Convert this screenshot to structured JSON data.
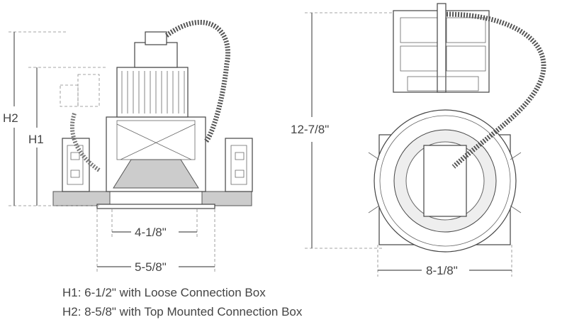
{
  "dimensions": {
    "h2": "H2",
    "h1": "H1",
    "height_side": "12-7/8\"",
    "aperture": "4-1/8\"",
    "trim": "5-5/8\"",
    "width_top": "8-1/8\""
  },
  "legend": {
    "h1_note": "H1: 6-1/2\" with Loose Connection Box",
    "h2_note": "H2: 8-5/8\" with Top Mounted Connection Box"
  }
}
